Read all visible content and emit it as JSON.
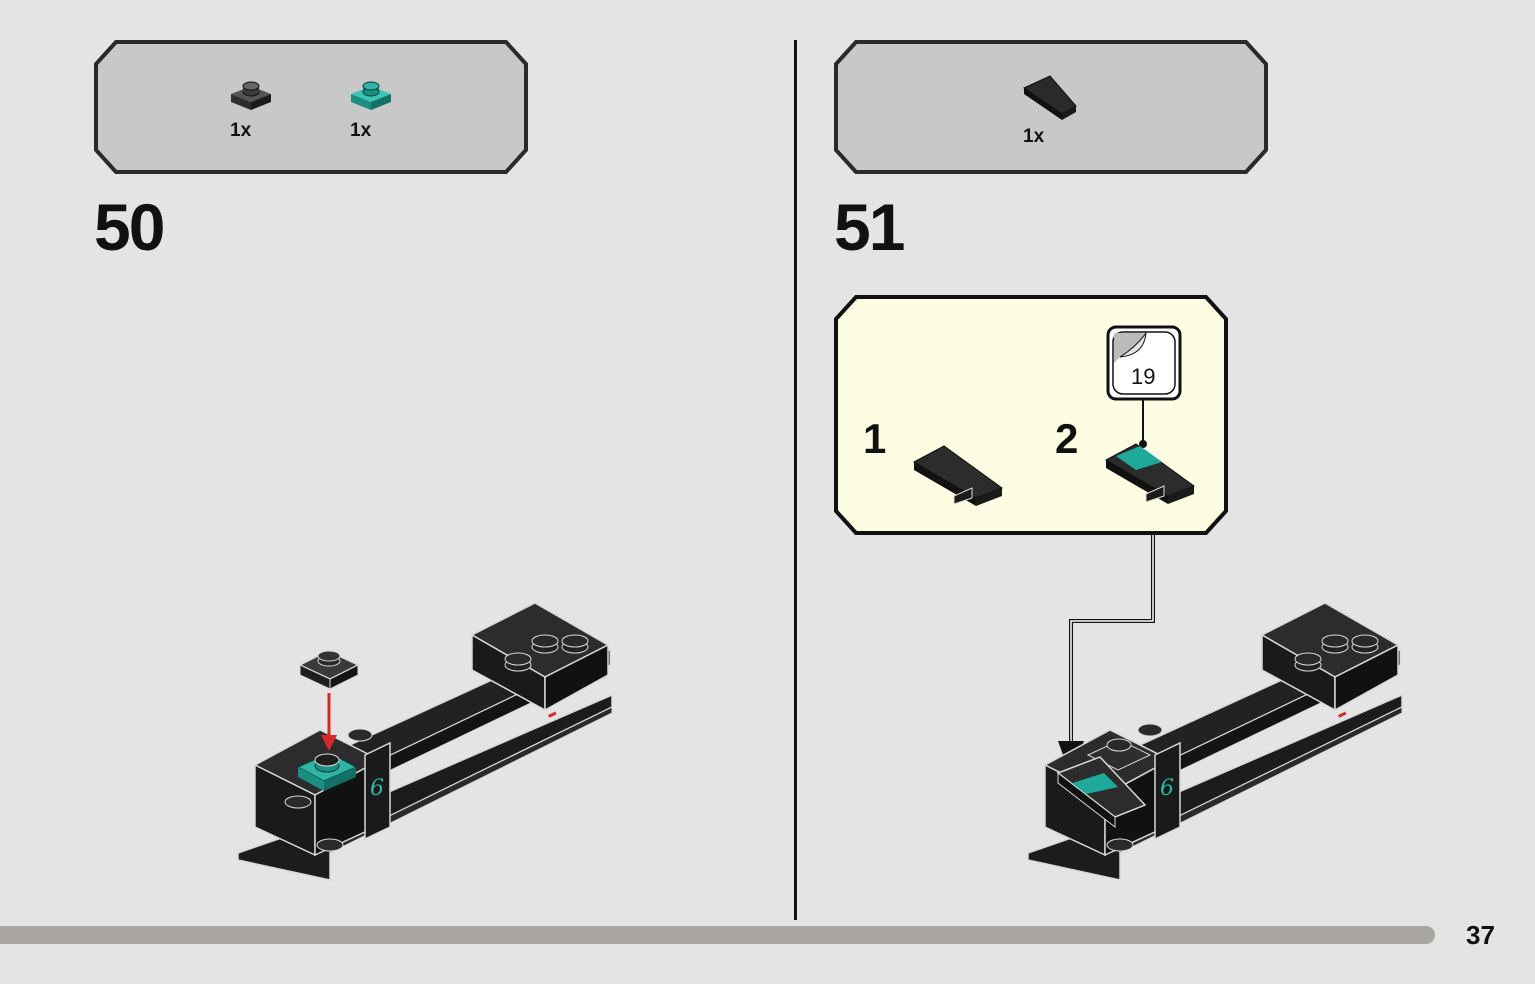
{
  "page": {
    "number": "37"
  },
  "steps": [
    {
      "number": "50",
      "parts": [
        {
          "icon": "dark-gray-plate-1x1-icon",
          "qty": "1x",
          "color": "#3c3c3c"
        },
        {
          "icon": "teal-plate-1x1-icon",
          "qty": "1x",
          "color": "#1fa99a"
        }
      ]
    },
    {
      "number": "51",
      "parts": [
        {
          "icon": "black-wedge-slope-icon",
          "qty": "1x",
          "color": "#1a1a1a"
        }
      ],
      "subassembly": {
        "substeps": [
          "1",
          "2"
        ],
        "sticker": "19",
        "background": "#fdfde4"
      }
    }
  ],
  "colors": {
    "accent_red": "#d62a2a",
    "teal": "#1fa99a",
    "progress_bar": "#aaa6a2"
  }
}
